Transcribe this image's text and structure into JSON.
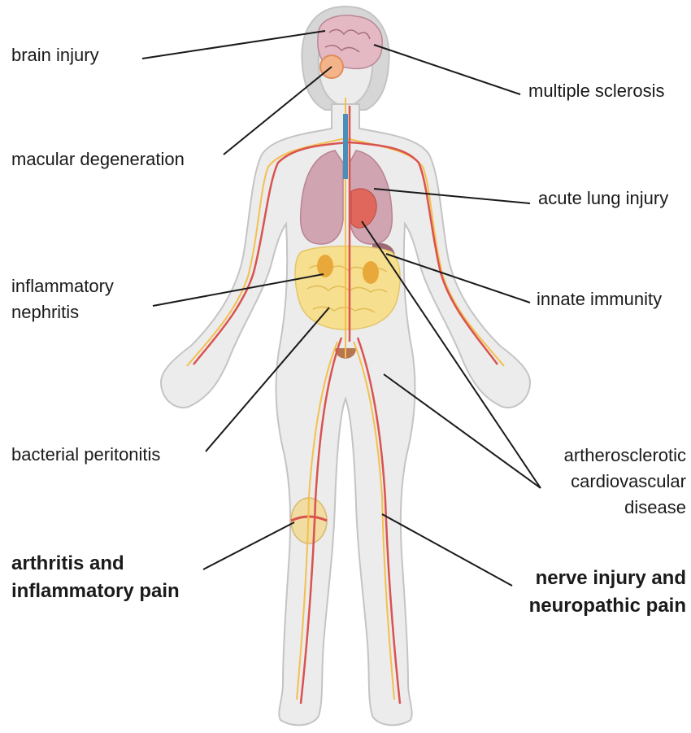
{
  "labels": {
    "brain_injury": "brain injury",
    "multiple_sclerosis": "multiple sclerosis",
    "macular_degeneration": "macular degeneration",
    "acute_lung_injury": "acute lung injury",
    "inflammatory_nephritis_1": "inflammatory",
    "inflammatory_nephritis_2": "nephritis",
    "innate_immunity": "innate immunity",
    "bacterial_peritonitis": "bacterial peritonitis",
    "artherosclerotic_1": "artherosclerotic",
    "artherosclerotic_2": "cardiovascular",
    "artherosclerotic_3": "disease",
    "arthritis_1": "arthritis and",
    "arthritis_2": "inflammatory pain",
    "nerve_1": "nerve injury and",
    "nerve_2": "neuropathic pain"
  },
  "colors": {
    "body_fill": "#ececec",
    "body_outline": "#c4c4c4",
    "artery": "#d9534f",
    "nerve": "#f3c04f",
    "lung": "#c79aa7",
    "intestine": "#f6df8f",
    "brain": "#e4b9c4",
    "leader_line": "#1a1a1a"
  }
}
